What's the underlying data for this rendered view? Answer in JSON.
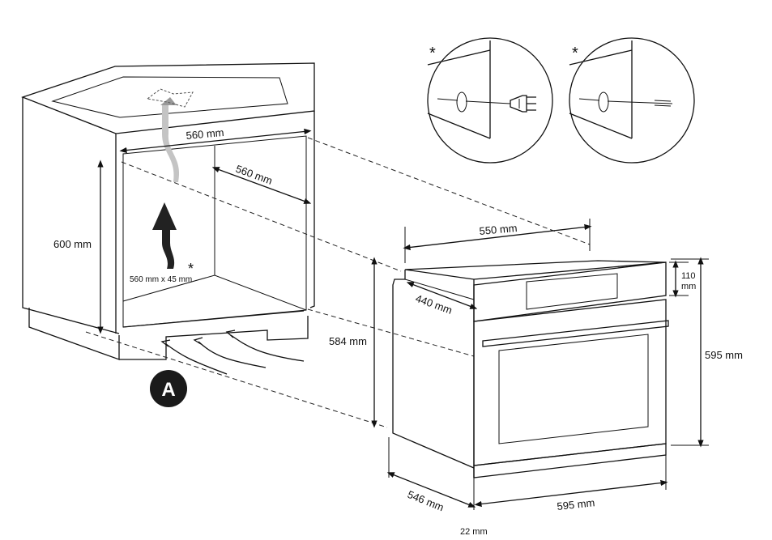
{
  "cabinet": {
    "width_label": "560 mm",
    "depth_label": "560 mm",
    "height_label": "600 mm",
    "vent_label": "560 mm x 45 mm",
    "asterisk": "*",
    "marker_label": "A"
  },
  "oven": {
    "top_width_label": "550 mm",
    "side_depth_label": "440 mm",
    "body_height_label": "584 mm",
    "panel_height_label": "110\nmm",
    "panel_height_line1": "110",
    "panel_height_line2": "mm",
    "total_height_label": "595 mm",
    "depth_label": "546 mm",
    "front_width_label": "595 mm",
    "door_thickness_label": "22 mm"
  },
  "details": {
    "left_asterisk": "*",
    "right_asterisk": "*"
  }
}
